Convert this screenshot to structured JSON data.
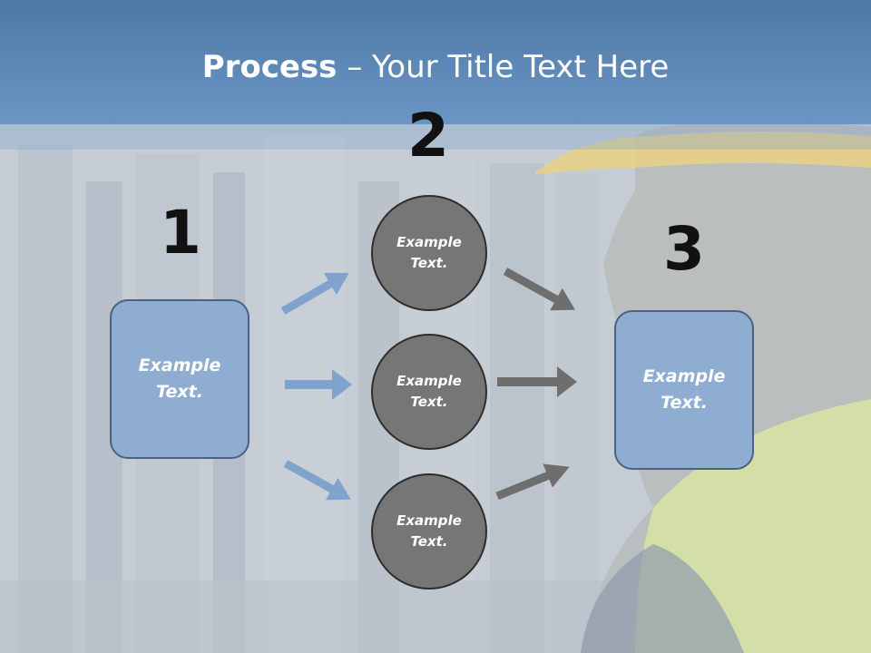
{
  "title": {
    "bold": "Process",
    "rest": " – Your Title Text Here"
  },
  "steps": [
    {
      "number": "1",
      "label": "Example Text."
    },
    {
      "number": "2",
      "labels": [
        "Example Text.",
        "Example Text.",
        "Example Text."
      ]
    },
    {
      "number": "3",
      "label": "Example Text."
    }
  ],
  "colors": {
    "header": "#5c87b6",
    "box_fill": "#8eadd1",
    "box_border": "#4b6283",
    "circle_fill": "#767676",
    "blue_arrow": "#7fa3cc",
    "gray_arrow": "#6e6e6e"
  },
  "background_image": "refinery-worker-with-hard-hat"
}
